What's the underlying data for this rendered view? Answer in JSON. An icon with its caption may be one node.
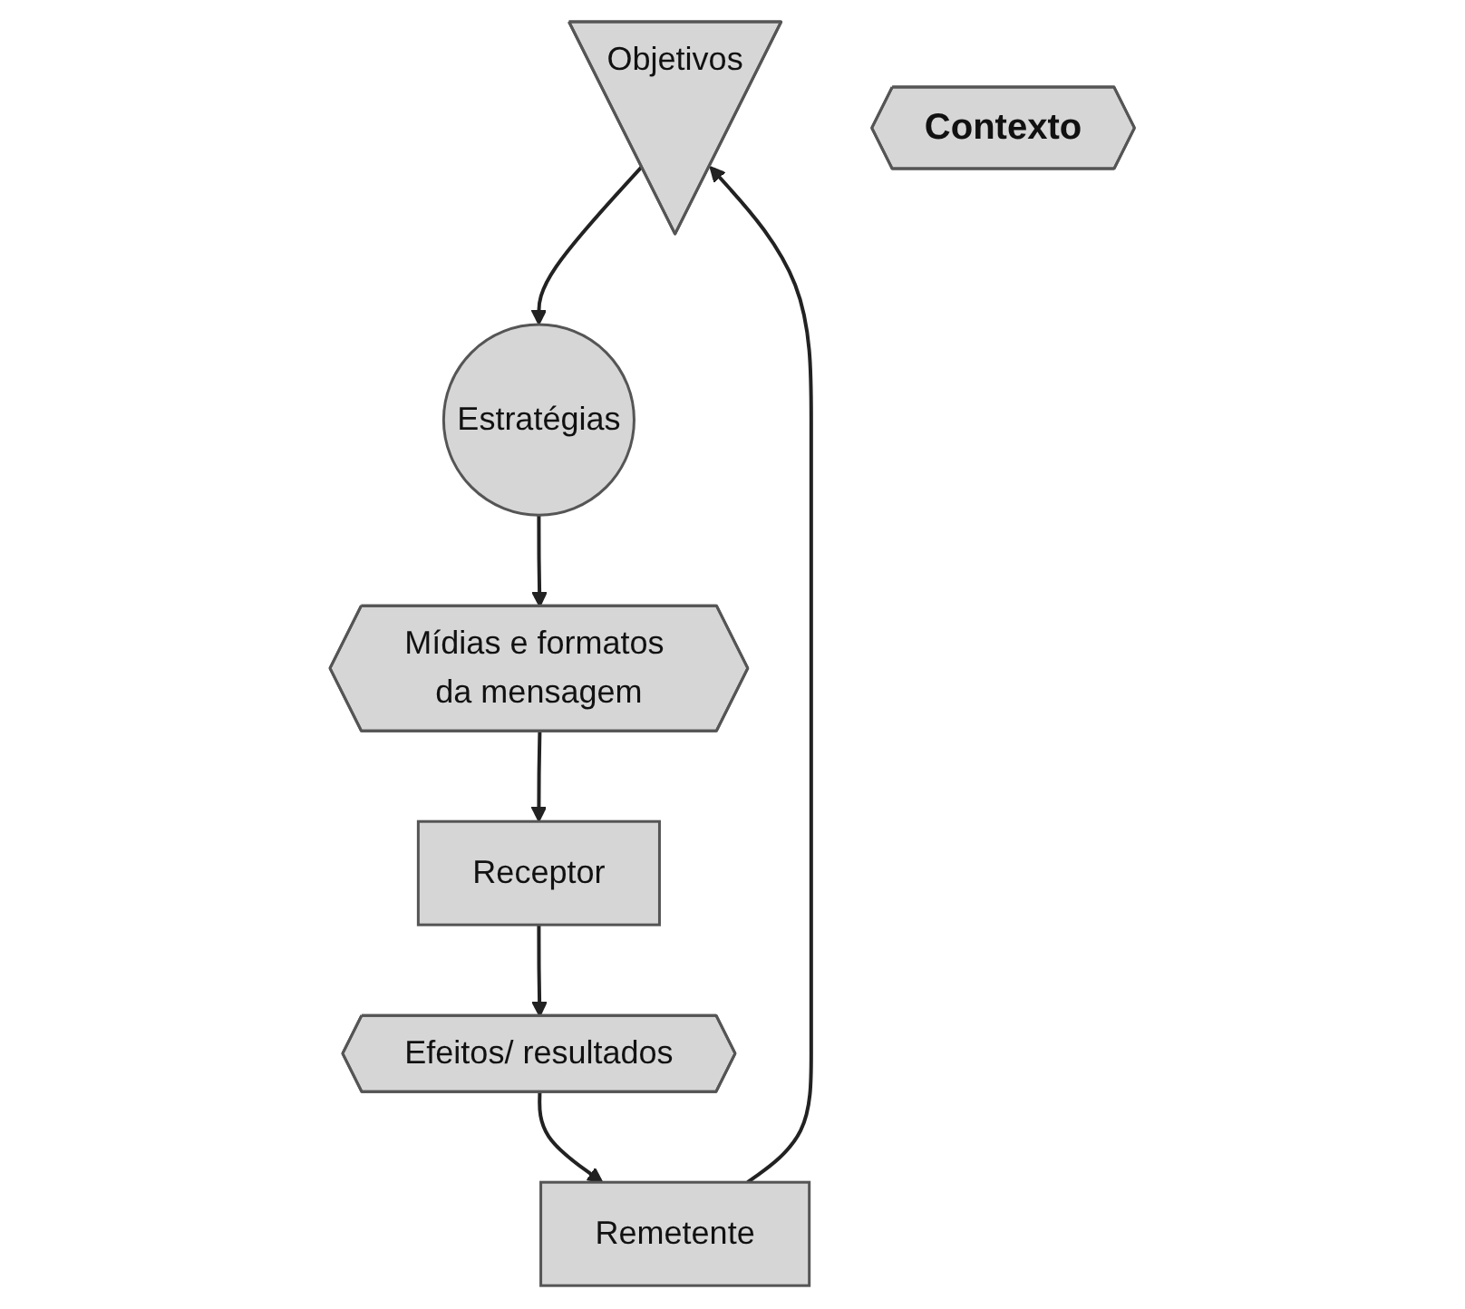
{
  "diagram": {
    "nodes": [
      {
        "text": [
          "Objetivos"
        ]
      },
      {
        "text": [
          "Estratégias"
        ]
      },
      {
        "text": [
          "Mídias e formatos da mensagem"
        ]
      },
      {
        "text": [
          "Receptor"
        ]
      },
      {
        "text": [
          "Efeitos/ resultados"
        ]
      },
      {
        "text": [
          "Remetente"
        ]
      },
      {
        "text": [
          "Contexto"
        ]
      }
    ],
    "edges": [
      {
        "from": 5,
        "to": 0,
        "arrow": "to"
      },
      {
        "from": 0,
        "to": 1,
        "arrow": "to"
      },
      {
        "from": 1,
        "to": 2,
        "arrow": "to"
      },
      {
        "from": 2,
        "to": 3,
        "arrow": "to"
      },
      {
        "from": 3,
        "to": 4,
        "arrow": "to"
      },
      {
        "from": 4,
        "to": 5,
        "arrow": "to"
      }
    ]
  }
}
